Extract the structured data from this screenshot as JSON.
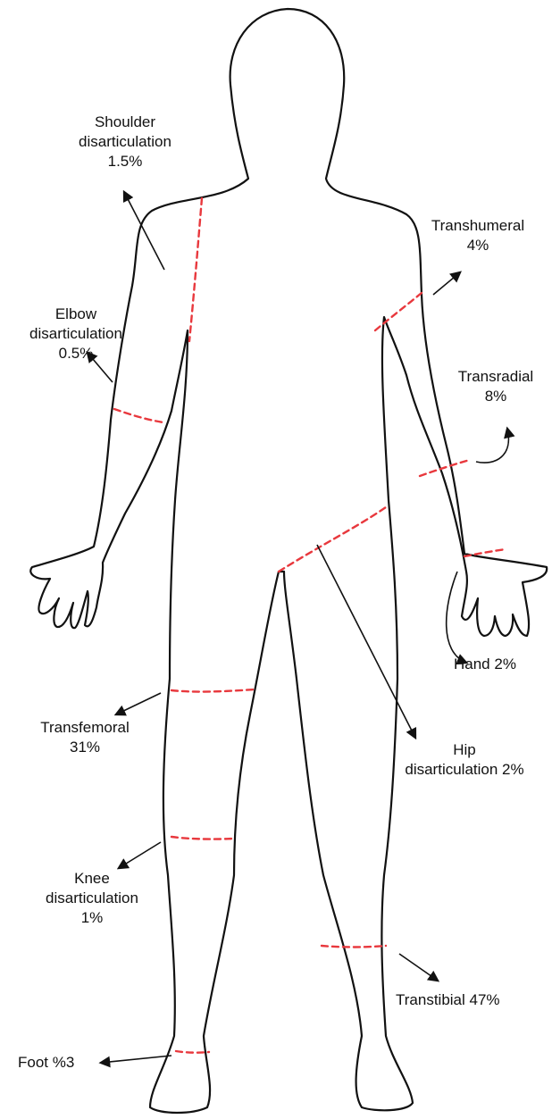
{
  "colors": {
    "outline": "#111111",
    "cut_line": "#e8383d",
    "arrow": "#111111",
    "text": "#111111",
    "background": "#ffffff"
  },
  "labels": {
    "shoulder": {
      "line1": "Shoulder",
      "line2": "disarticulation",
      "line3": "1.5%"
    },
    "elbow": {
      "line1": "Elbow",
      "line2": "disarticulation",
      "line3": "0.5%"
    },
    "transhumeral": {
      "line1": "Transhumeral",
      "line2": "4%"
    },
    "transradial": {
      "line1": "Transradial",
      "line2": "8%"
    },
    "hand": {
      "line1": "Hand 2%"
    },
    "hip": {
      "line1": "Hip",
      "line2": "disarticulation 2%"
    },
    "transfemoral": {
      "line1": "Transfemoral",
      "line2": "31%"
    },
    "knee": {
      "line1": "Knee",
      "line2": "disarticulation",
      "line3": "1%"
    },
    "transtibial": {
      "line1": "Transtibial 47%"
    },
    "foot": {
      "line1": "Foot %3"
    }
  }
}
